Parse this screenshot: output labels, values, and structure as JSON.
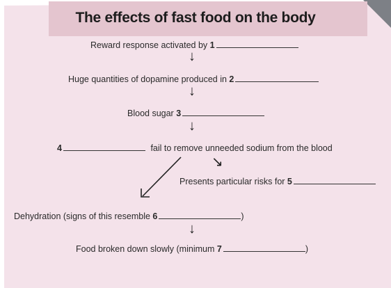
{
  "title": "The effects of fast food on the body",
  "steps": [
    {
      "text": "Reward response activated by",
      "num": "1"
    },
    {
      "text": "Huge quantities of dopamine produced in",
      "num": "2"
    },
    {
      "text": "Blood sugar",
      "num": "3"
    },
    {
      "num": "4",
      "text": "fail to remove unneeded sodium from the blood"
    },
    {
      "text": "Presents particular risks for",
      "num": "5"
    },
    {
      "text": "Dehydration (signs of this resemble",
      "num": "6",
      "close": ")"
    },
    {
      "text": "Food broken down slowly (minimum",
      "num": "7",
      "close": ")"
    }
  ],
  "arrow_glyph": "↓",
  "diag_glyph": "↘",
  "colors": {
    "band": "#e4c5cf",
    "sheet": "#f4e2ea"
  }
}
